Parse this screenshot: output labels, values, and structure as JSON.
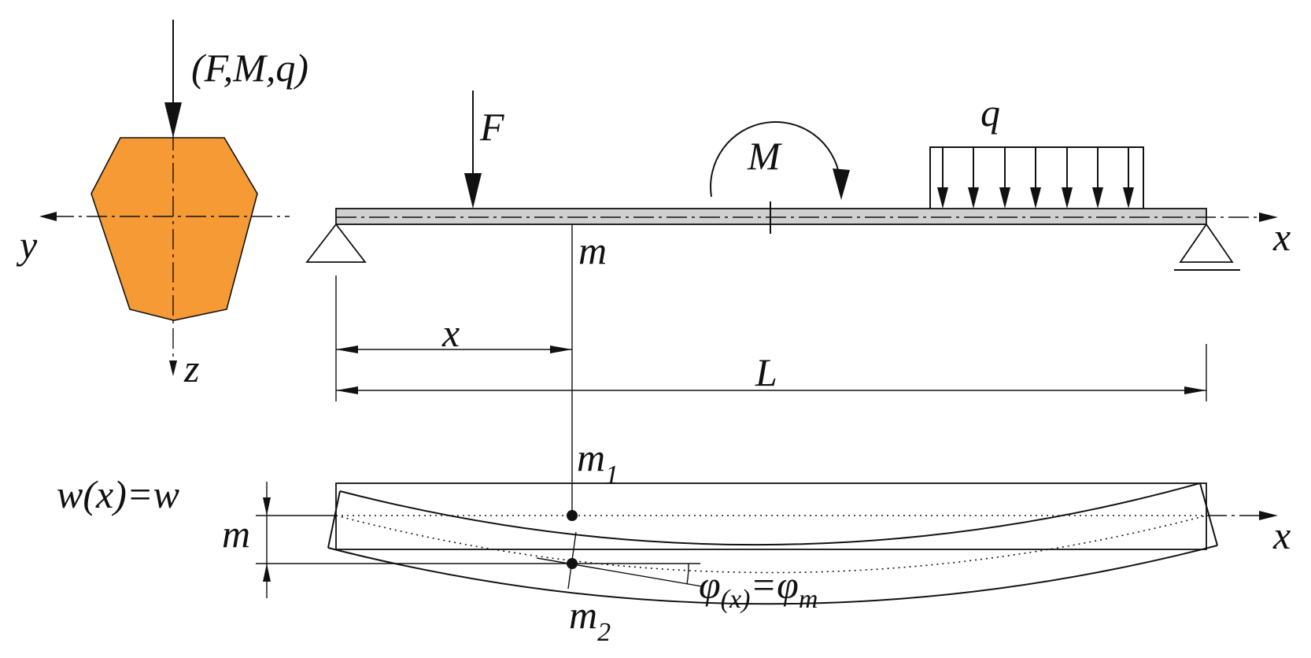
{
  "colors": {
    "section_fill": "#f59a34",
    "beam_fill": "#d0d0d0",
    "ink": "#111111"
  },
  "section": {
    "load_label": "(F,M,q)",
    "axis_y_label": "y",
    "axis_z_label": "z"
  },
  "beam": {
    "force_label": "F",
    "moment_label": "M",
    "distributed_load_label": "q",
    "axis_x_label": "x",
    "section_label": "m",
    "position_dim_label": "x",
    "length_dim_label": "L"
  },
  "deflection": {
    "equation_text": "w(x)=w",
    "deflection_dim_label": "m",
    "axis_x_label": "x",
    "point_1_label": "m",
    "point_1_sub": "1",
    "point_2_label": "m",
    "point_2_sub": "2",
    "rotation_symbol": "φ",
    "rotation_sub_x": "(x)",
    "rotation_equals": "=",
    "rotation_sub_m": "m"
  }
}
